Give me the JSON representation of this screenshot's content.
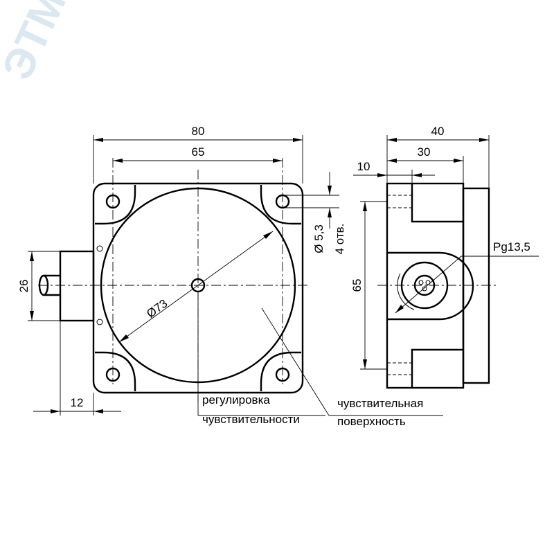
{
  "watermark": "ЭТМ",
  "dimensions": {
    "overall_width": "80",
    "hole_spacing": "65",
    "diameter": "Ø73",
    "cable_height": "26",
    "cable_length": "12",
    "hole_diameter": "Ø 5,3",
    "hole_count": "4 отв.",
    "side_depth": "40",
    "side_body": "30",
    "side_flange": "10",
    "side_height": "65",
    "gland": "Pg13,5"
  },
  "labels": {
    "adjust_line1": "регулировка",
    "adjust_line2": "чувствительности",
    "surface_line1": "чувствительная",
    "surface_line2": "поверхность"
  }
}
